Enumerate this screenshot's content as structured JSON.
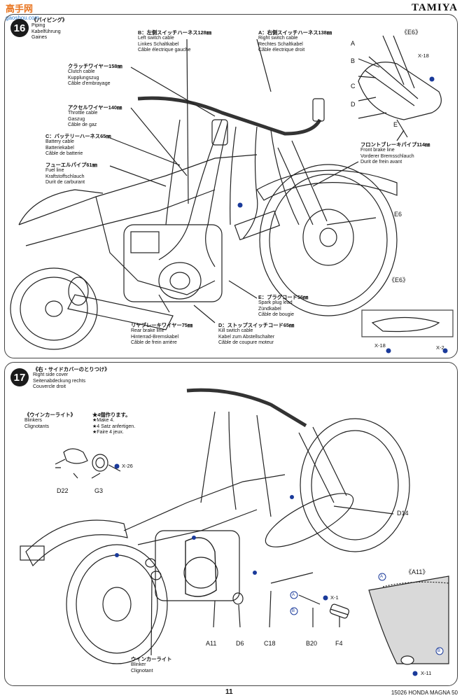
{
  "header": {
    "brand": "TAMIYA",
    "watermark": "高手网",
    "watermark_sub": "gaoshou.com"
  },
  "step16": {
    "number": "16",
    "title_jp": "《パイピング》",
    "title_lines": [
      "Piping",
      "Kabelführung",
      "Gaines"
    ],
    "labels": [
      {
        "id": "b_harness",
        "jp": "B：左側スイッチハーネス128㎜",
        "lines": [
          "Left switch cable",
          "Linkes Schaltkabel",
          "Câble électrique gauche"
        ]
      },
      {
        "id": "a_harness",
        "jp": "A：右側スイッチハーネス138㎜",
        "lines": [
          "Right switch cable",
          "Rechtes Schaltkabel",
          "Câble électrique droit"
        ]
      },
      {
        "id": "clutch",
        "jp": "クラッチワイヤー158㎜",
        "lines": [
          "Clutch cable",
          "Kupplungszug",
          "Câble d'embrayage"
        ]
      },
      {
        "id": "throttle",
        "jp": "アクセルワイヤー140㎜",
        "lines": [
          "Throttle cable",
          "Gaszug",
          "Câble de gaz"
        ]
      },
      {
        "id": "battery",
        "jp": "C：バッテリーハーネス65㎜",
        "lines": [
          "Battery cable",
          "Batteriekabel",
          "Câble de batterie"
        ]
      },
      {
        "id": "fuel",
        "jp": "フューエルパイプ61㎜",
        "lines": [
          "Fuel line",
          "Kraftstoffschlauch",
          "Durit de carburant"
        ]
      },
      {
        "id": "front_brake",
        "jp": "フロントブレーキパイプ114㎜",
        "lines": [
          "Front brake line",
          "Vorderer Bremsschlauch",
          "Durit de frein avant"
        ]
      },
      {
        "id": "plug",
        "jp": "E：プラグコード56㎜",
        "lines": [
          "Spark plug lead",
          "Zündkabel",
          "Câble de bougie"
        ]
      },
      {
        "id": "rear_brake",
        "jp": "リヤブレーキワイヤー75㎜",
        "lines": [
          "Rear brake line",
          "Hinterrad-Bremskabel",
          "Câble de frein arrière"
        ]
      },
      {
        "id": "stop_switch",
        "jp": "D：ストップスイッチコード65㎜",
        "lines": [
          "Kill switch cable",
          "Kabel zum Abstellschalter",
          "Câble de coupure moteur"
        ]
      }
    ],
    "e6_top": "《E6》",
    "e6_letters": [
      "A",
      "B",
      "C",
      "D",
      "E"
    ],
    "x18": "X-18",
    "e6_callout": "E6",
    "e6_bottom": "《E6》",
    "x18_bottom": "X-18",
    "x2": "X-2"
  },
  "step17": {
    "number": "17",
    "title_jp": "《右・サイドカバーのとりつけ》",
    "title_lines": [
      "Right side cover",
      "Seitenabdeckung rechts",
      "Couvercle droit"
    ],
    "blinker_jp": "《ウインカーライト》",
    "blinker_lines": [
      "Blinkers",
      "Clignotants"
    ],
    "make_jp": "★4個作ります。",
    "make_lines": [
      "★Make 4.",
      "★4 Satz anfertigen.",
      "★Faire 4 jeux."
    ],
    "x26": "X-26",
    "d22": "D22",
    "g3": "G3",
    "d14": "D14",
    "a11_box": "《A11》",
    "circ_a": "A",
    "circ_b": "B",
    "x1": "X-1",
    "x11": "X-11",
    "blinker2_jp": "ウインカーライト",
    "blinker2_lines": [
      "Blinker",
      "Clignotant"
    ],
    "bottom_parts": [
      "A11",
      "D6",
      "C18",
      "B20",
      "F4"
    ]
  },
  "footer": {
    "page": "11",
    "code": "15026 HONDA MAGNA 50"
  }
}
